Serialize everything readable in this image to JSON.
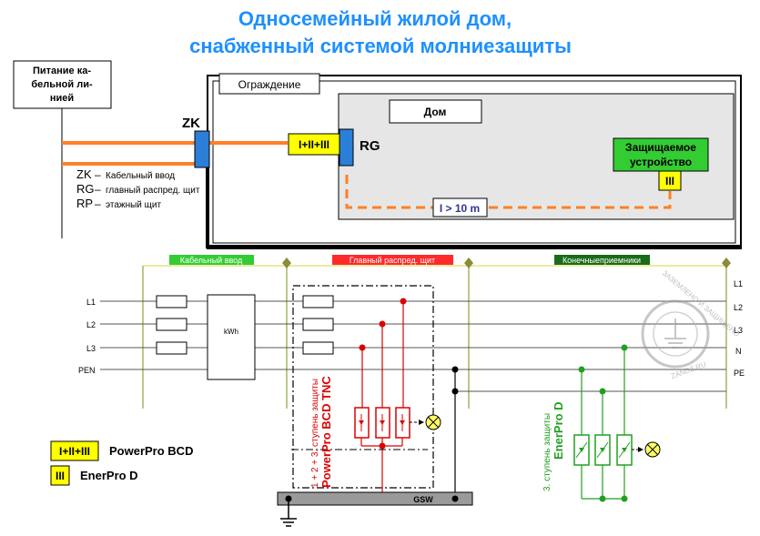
{
  "title": {
    "line1": "Односемейный жилой дом,",
    "line2": "снабженный системой молниезащиты"
  },
  "supply": {
    "line1": "Питание ка-",
    "line2": "бельной ли-",
    "line3": "нией"
  },
  "fence_label": "Ограждение",
  "house_label": "Дом",
  "zk_label": "ZK",
  "rg_label": "RG",
  "rg_badge": "I+II+III",
  "distance_label": "I > 10 m",
  "protected_device": {
    "line1": "Защищаемое",
    "line2": "устройство",
    "badge": "III"
  },
  "abbreviations": [
    {
      "code": "ZK",
      "text": "Кабельный ввод"
    },
    {
      "code": "RG",
      "text": "главный распред. щит"
    },
    {
      "code": "RP",
      "text": "этажный щит"
    }
  ],
  "sections": {
    "cable_entry": "Кабельный ввод",
    "main_board": "Главный распред. щит",
    "end_receivers": "Конечныеприемники"
  },
  "left_lines": [
    "L1",
    "L2",
    "L3",
    "PEN"
  ],
  "right_lines": [
    "L1",
    "L2",
    "L3",
    "N",
    "PE"
  ],
  "meter_label": "kWh",
  "gsw_label": "GSW",
  "bcd_vertical": {
    "line1": "1 + 2 + 3. ступень защиты",
    "line2": "PowerPro BCD TNC"
  },
  "d_vertical": {
    "line1": "3. ступень защиты",
    "line2": "EnerPro D"
  },
  "legend": [
    {
      "badge": "I+II+III",
      "label": "PowerPro BCD"
    },
    {
      "badge": "III",
      "label": "EnerPro D"
    }
  ],
  "watermark": {
    "top": "ЗАЗЕМЛЕНО И ЗАЩИЩЕНО",
    "bottom": "ZANDZ.RU"
  },
  "colors": {
    "title": "#1e90ff",
    "orange": "#ff7f27",
    "red": "#dd0000",
    "green": "#20a020",
    "badge_yellow": "#ffff00",
    "connector_blue": "#2b7fd8",
    "section_red": "#ff2a2a",
    "section_green_light": "#33cc33",
    "section_green_dark": "#1a6b1a",
    "post_olive": "#8b8b3a"
  }
}
